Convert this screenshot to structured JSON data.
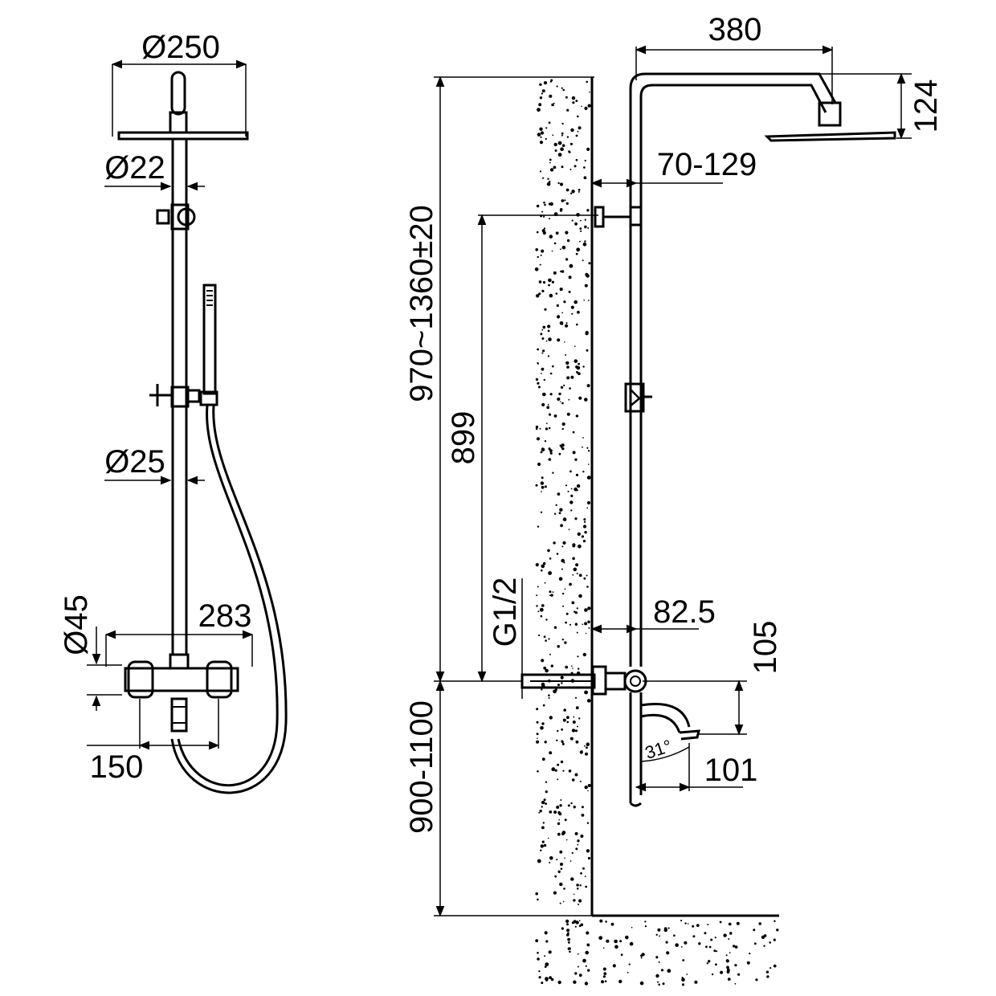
{
  "front_view": {
    "shower_head_diameter": "Ø250",
    "riser_upper_diameter": "Ø22",
    "riser_lower_diameter": "Ø25",
    "mixer_body_diameter": "Ø45",
    "mixer_width": "283",
    "inlet_centres": "150"
  },
  "side_view": {
    "arm_reach": "380",
    "head_drop": "124",
    "top_bracket_offset": "70-129",
    "riser_height_range": "970~1360±20",
    "bracket_to_inlet": "899",
    "inlet_thread": "G1/2",
    "mixer_offset": "82.5",
    "spout_drop": "105",
    "spout_angle": "31°",
    "spout_reach": "101",
    "install_height": "900-1100"
  },
  "colors": {
    "line": "#000000",
    "background": "#ffffff"
  }
}
